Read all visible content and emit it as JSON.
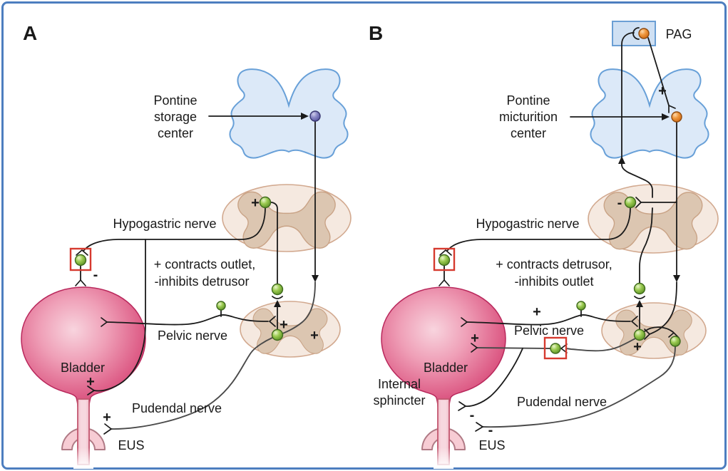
{
  "figure_type": "neural pathway diagram of bladder storage and micturition reflexes",
  "colors": {
    "frame_border": "#4d7ebf",
    "pons_fill": "#dce9f8",
    "pons_stroke": "#68a0d8",
    "pag_box_fill": "#cfe0f3",
    "spinal_cord_fill": "#f5e9e0",
    "spinal_gray_matter": "#dcc6b1",
    "bladder_pink": "#d5477a",
    "neuron_green": "#7ab648",
    "neuron_orange": "#e8883a",
    "neuron_purple": "#706eae",
    "highlight_box_red": "#d63a2f",
    "nerve_line": "#1a1a1a"
  },
  "panel_a": {
    "label": "A",
    "pontine_center": {
      "line1": "Pontine",
      "line2": "storage",
      "line3": "center"
    },
    "hypogastric_nerve": "Hypogastric nerve",
    "effect_line1": "+ contracts outlet,",
    "effect_line2": "-inhibits detrusor",
    "pelvic_nerve": "Pelvic nerve",
    "bladder": "Bladder",
    "pudendal_nerve": "Pudendal nerve",
    "eus": "EUS",
    "signs": {
      "sympathetic_plus": "+",
      "ganglion_minus": "-",
      "outlet_plus": "+",
      "afferent_terminal_plus": "+",
      "descending_plus": "+",
      "pudendal_plus": "+"
    }
  },
  "panel_b": {
    "label": "B",
    "pag": "PAG",
    "pontine_center": {
      "line1": "Pontine",
      "line2": "micturition",
      "line3": "center"
    },
    "hypogastric_nerve": "Hypogastric nerve",
    "effect_line1": "+ contracts detrusor,",
    "effect_line2": "-inhibits outlet",
    "pelvic_nerve": "Pelvic nerve",
    "bladder": "Bladder",
    "internal_sphincter": {
      "line1": "Internal",
      "line2": "sphincter"
    },
    "pudendal_nerve": "Pudendal nerve",
    "eus": "EUS",
    "signs": {
      "pag_to_pmc_plus": "+",
      "sympathetic_minus": "-",
      "afferent_plus": "+",
      "efferent_plus": "+",
      "sacral_plus": "+",
      "internal_sphincter_minus": "-",
      "pudendal_minus": "-"
    }
  }
}
